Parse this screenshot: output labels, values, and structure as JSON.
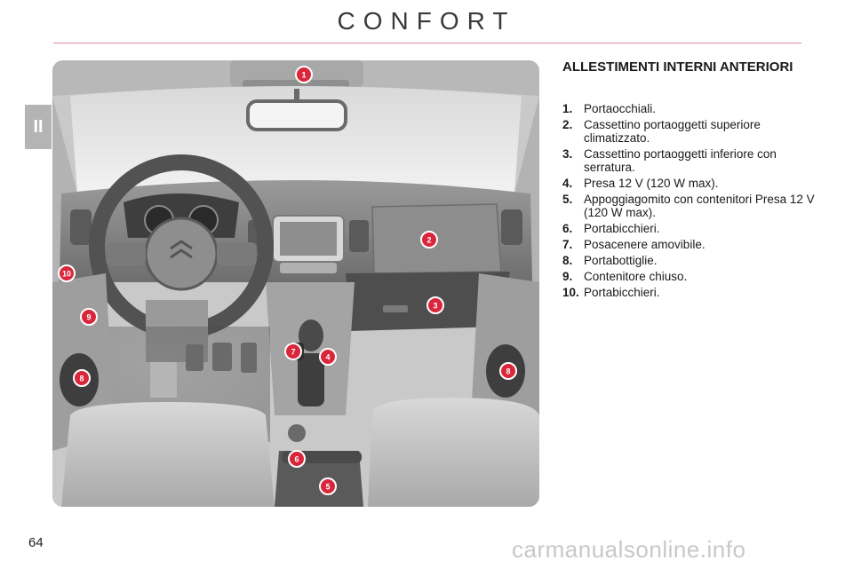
{
  "header": {
    "title": "CONFORT"
  },
  "chapter_tab": "II",
  "page_number": "64",
  "watermark": "carmanualsonline.info",
  "section": {
    "heading": "ALLESTIMENTI INTERNI ANTERIORI",
    "items": [
      {
        "num": "1.",
        "text": "Portaocchiali."
      },
      {
        "num": "2.",
        "text": "Cassettino portaoggetti superiore climatizzato."
      },
      {
        "num": "3.",
        "text": "Cassettino portaoggetti inferiore con serratura."
      },
      {
        "num": "4.",
        "text": "Presa 12 V (120 W max)."
      },
      {
        "num": "5.",
        "text": "Appoggiagomito con contenitori Presa 12 V (120 W max)."
      },
      {
        "num": "6.",
        "text": "Portabicchieri."
      },
      {
        "num": "7.",
        "text": "Posacenere amovibile."
      },
      {
        "num": "8.",
        "text": "Portabottiglie."
      },
      {
        "num": "9.",
        "text": "Contenitore chiuso."
      },
      {
        "num": "10.",
        "text": "Portabicchieri."
      }
    ]
  },
  "figure": {
    "callouts": [
      "1",
      "2",
      "3",
      "4",
      "5",
      "6",
      "7",
      "8",
      "8",
      "9",
      "10"
    ],
    "badge_color": "#d9263b"
  }
}
